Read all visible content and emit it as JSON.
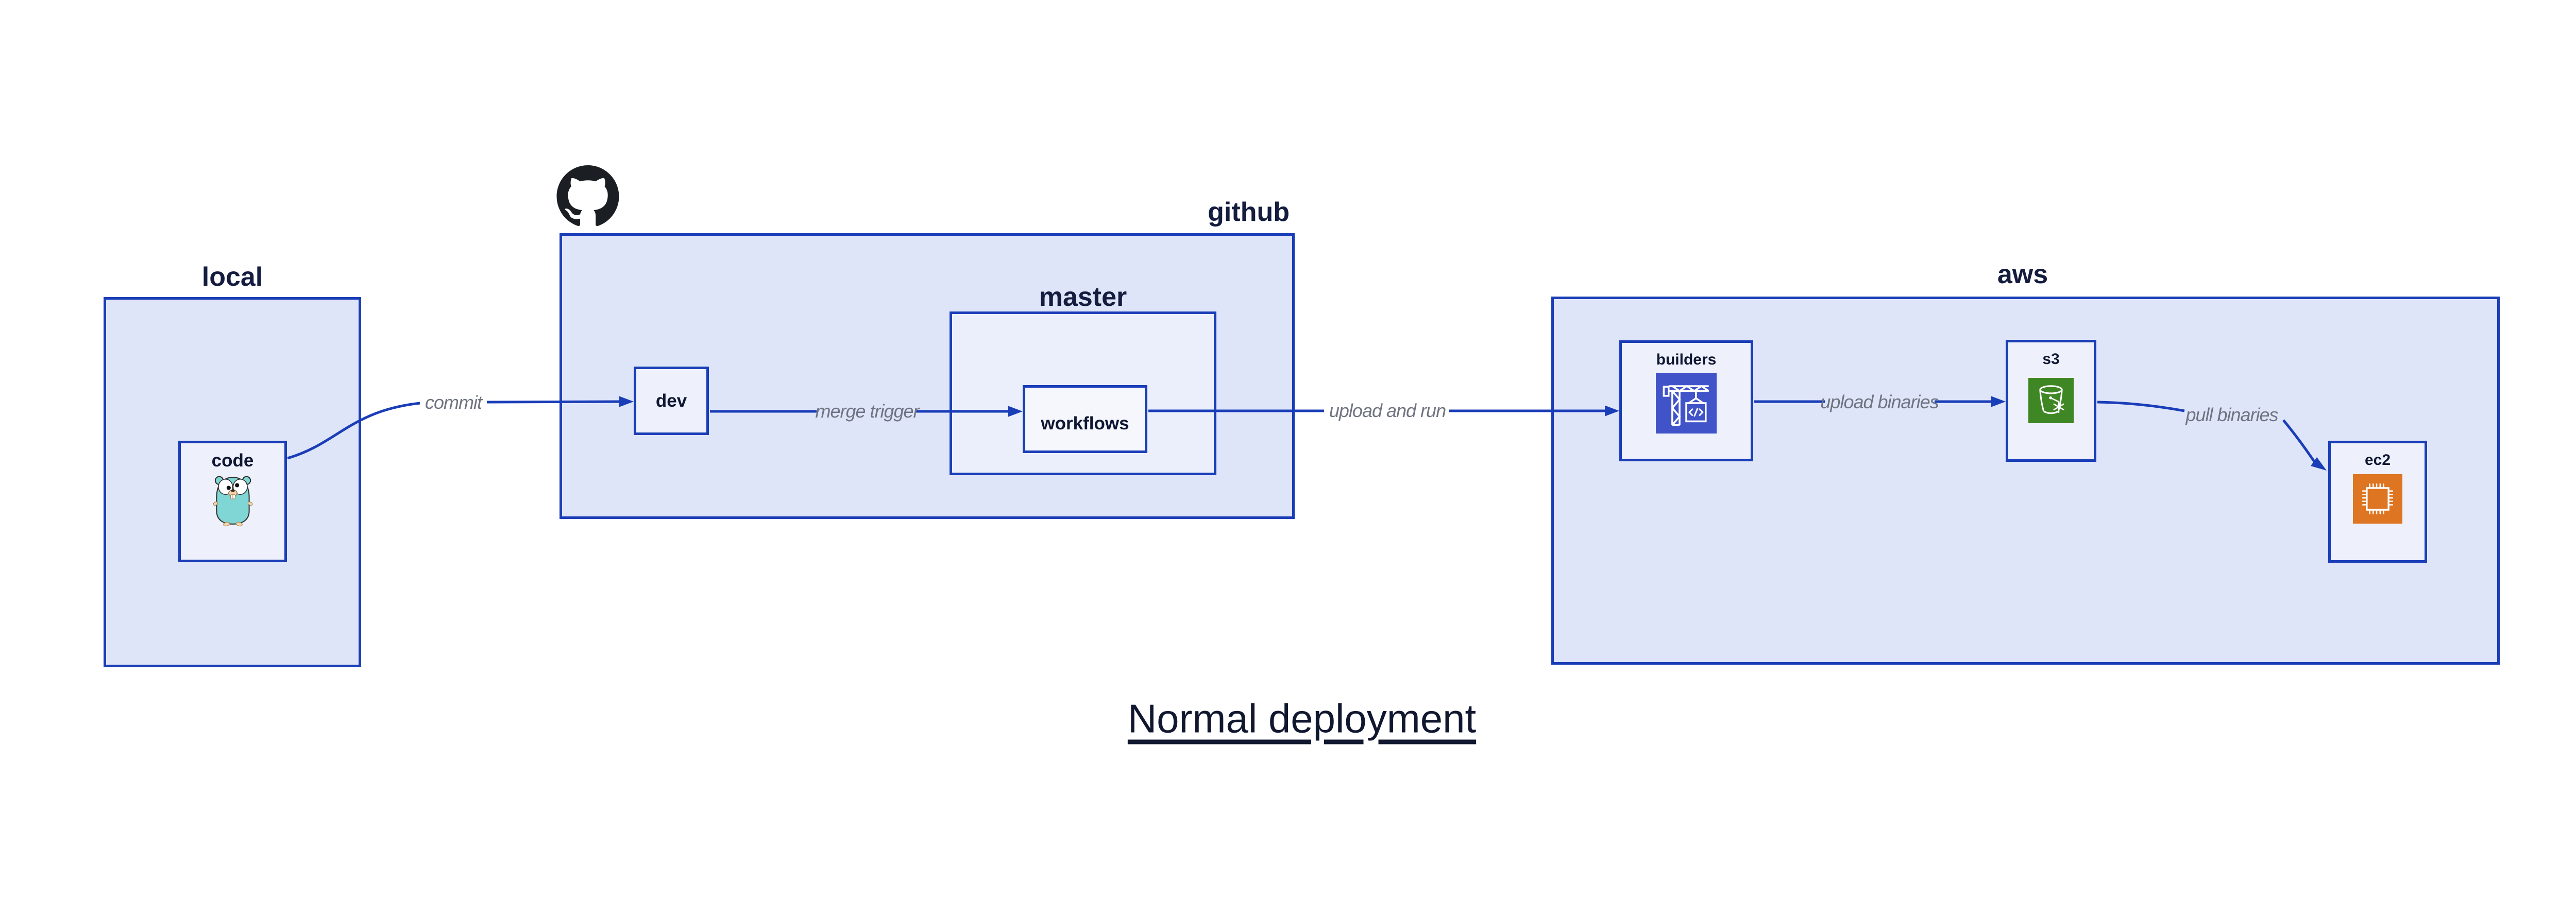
{
  "title": {
    "text": "Normal deployment"
  },
  "diagram": {
    "groups": [
      {
        "id": "local",
        "label": "local"
      },
      {
        "id": "github",
        "label": "github"
      },
      {
        "id": "master",
        "label": "master"
      },
      {
        "id": "aws",
        "label": "aws"
      }
    ],
    "nodes": [
      {
        "id": "code",
        "label": "code",
        "icon": "go-gopher-icon"
      },
      {
        "id": "dev",
        "label": "dev",
        "icon": "none"
      },
      {
        "id": "workflows",
        "label": "workflows",
        "icon": "none"
      },
      {
        "id": "builders",
        "label": "builders",
        "icon": "crane-code-box-icon"
      },
      {
        "id": "s3",
        "label": "s3",
        "icon": "bucket-snowflake-icon"
      },
      {
        "id": "ec2",
        "label": "ec2",
        "icon": "chip-icon"
      }
    ],
    "edges": [
      {
        "label": "commit",
        "from": "code",
        "to": "dev"
      },
      {
        "label": "merge trigger",
        "from": "dev",
        "to": "workflows"
      },
      {
        "label": "upload and run",
        "from": "workflows",
        "to": "builders"
      },
      {
        "label": "upload binaries",
        "from": "builders",
        "to": "s3"
      },
      {
        "label": "pull binaries",
        "from": "s3",
        "to": "ec2"
      }
    ],
    "logo": "github-octocat-logo"
  },
  "colors": {
    "canvas_background": "#ffffff",
    "group_fill": "#dfe5f9",
    "master_fill": "#ebeffb",
    "node_fill": "#eef1fb",
    "border_and_arrows": "#1a3db8",
    "group_label_text": "#141d3f",
    "node_label_text": "#0f1733",
    "edge_label_text": "#6e7480",
    "title_text": "#10172f",
    "github_logo": "#1b1f23",
    "builders_icon_bg": "#4053c8",
    "s3_icon_bg": "#3f8624",
    "ec2_icon_bg": "#dd7522",
    "gopher_body": "#7fd6d4"
  }
}
